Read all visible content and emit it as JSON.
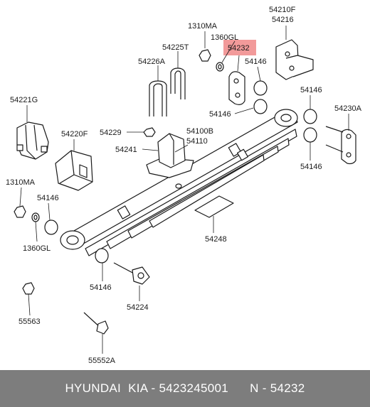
{
  "diagram": {
    "labels": {
      "l1310ma_top": "1310MA",
      "l54210f": "54210F",
      "l54216": "54216",
      "l1360gl_top": "1360GL",
      "l54232": "54232",
      "l54225t": "54225T",
      "l54226a": "54226A",
      "l54146_a": "54146",
      "l54146_b": "54146",
      "l54146_c": "54146",
      "l54146_d": "54146",
      "l54146_e": "54146",
      "l54146_f": "54146",
      "l54221g": "54221G",
      "l54230a": "54230A",
      "l54220f": "54220F",
      "l54229": "54229",
      "l54100b": "54100B",
      "l54110": "54110",
      "l54241": "54241",
      "l1310ma_left": "1310MA",
      "l1360gl_left": "1360GL",
      "l54248": "54248",
      "l54224": "54224",
      "l55563": "55563",
      "l55552a": "55552A"
    },
    "highlight_color": "#f29a9a"
  },
  "footer": {
    "text": "HYUNDAI  KIA - 5423245001      N - 54232",
    "background": "#7d7d7d"
  }
}
